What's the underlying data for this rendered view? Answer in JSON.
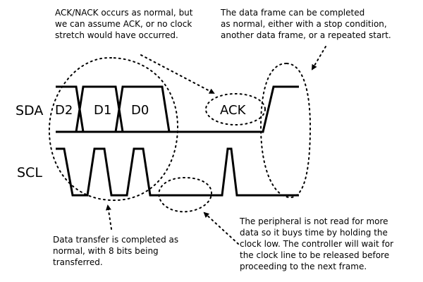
{
  "signals": {
    "sda": "SDA",
    "scl": "SCL"
  },
  "bits": [
    "D2",
    "D1",
    "D0"
  ],
  "ack": "ACK",
  "notes": {
    "ack": "ACK/NACK occurs as normal, but\nwe can assume ACK, or no clock\nstretch would have occurred.",
    "frame": "The data frame can be completed\nas normal, either with a stop condition,\nanother data frame, or a repeated start.",
    "transfer": "Data transfer is completed as\nnormal, with 8 bits being\ntransferred.",
    "peripheral": "The peripheral is not read for more\ndata so it buys time by holding the\nclock low. The controller will wait for\nthe clock line to be released before\nproceeding to the next frame."
  }
}
